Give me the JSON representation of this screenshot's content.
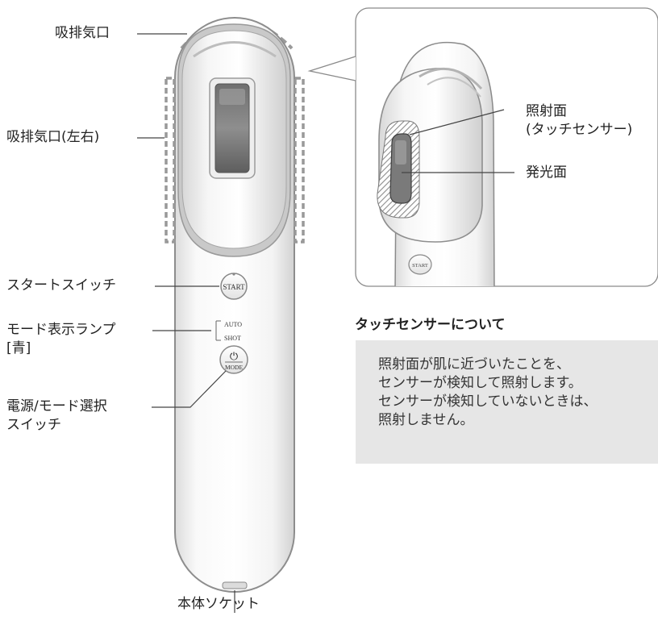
{
  "main_labels": {
    "top_vent": "吸排気口",
    "side_vent": "吸排気口(左右)",
    "start_switch": "スタートスイッチ",
    "mode_lamp": "モード表示ランプ\n[青]",
    "power_mode_switch": "電源/モード選択\nスイッチ",
    "socket": "本体ソケット"
  },
  "device_text": {
    "start_button": "START",
    "mode_auto": "AUTO",
    "mode_shot": "SHOT",
    "mode_button": "MODE",
    "power_symbol": "⏻"
  },
  "detail_labels": {
    "irradiation_surface": "照射面\n(タッチセンサー)",
    "light_surface": "発光面",
    "start_button": "START"
  },
  "note": {
    "title": "タッチセンサーについて",
    "body": "照射面が肌に近づいたことを、\nセンサーが検知して照射します。\nセンサーが検知していないときは、\n照射しません。"
  },
  "colors": {
    "note_bg": "#e6e6e6",
    "device_body": "#f7f7f7",
    "outline": "#8a8a8a",
    "dashed": "#999999"
  }
}
